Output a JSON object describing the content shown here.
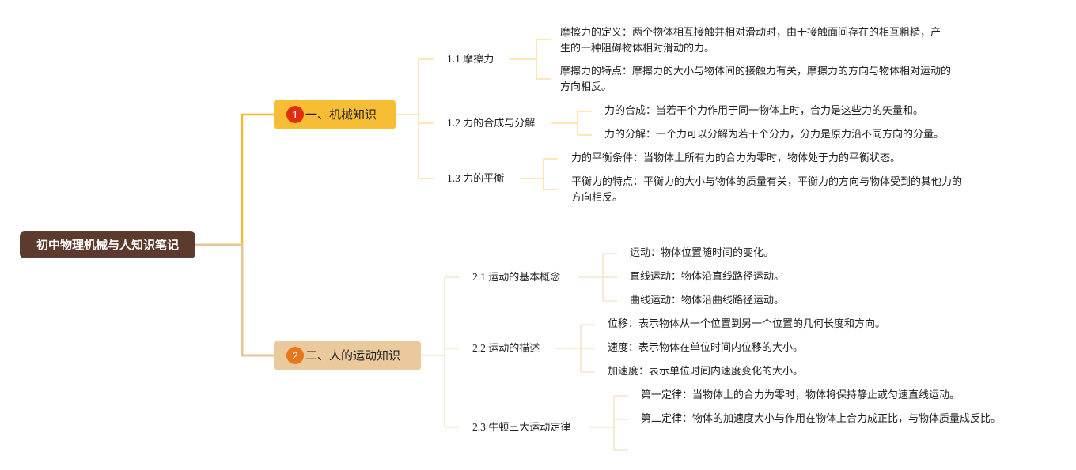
{
  "root": {
    "label": "初中物理机械与人知识笔记"
  },
  "sections": [
    {
      "num": "1",
      "label": "一、机械知识",
      "subs": [
        {
          "code": "1.1",
          "label": "摩擦力",
          "leaves": [
            "摩擦力的定义：两个物体相互接触并相对滑动时，由于接触面间存在的相互粗糙，产生的一种阻碍物体相对滑动的力。",
            "摩擦力的特点：摩擦力的大小与物体间的接触力有关，摩擦力的方向与物体相对运动的方向相反。"
          ]
        },
        {
          "code": "1.2",
          "label": "力的合成与分解",
          "leaves": [
            "力的合成：当若干个力作用于同一物体上时，合力是这些力的矢量和。",
            "力的分解：一个力可以分解为若干个分力，分力是原力沿不同方向的分量。"
          ]
        },
        {
          "code": "1.3",
          "label": "力的平衡",
          "leaves": [
            "力的平衡条件：当物体上所有力的合力为零时，物体处于力的平衡状态。",
            "平衡力的特点：平衡力的大小与物体的质量有关，平衡力的方向与物体受到的其他力的方向相反。"
          ]
        }
      ]
    },
    {
      "num": "2",
      "label": "二、人的运动知识",
      "subs": [
        {
          "code": "2.1",
          "label": "运动的基本概念",
          "leaves": [
            "运动：物体位置随时间的变化。",
            "直线运动：物体沿直线路径运动。",
            "曲线运动：物体沿曲线路径运动。"
          ]
        },
        {
          "code": "2.2",
          "label": "运动的描述",
          "leaves": [
            "位移：表示物体从一个位置到另一个位置的几何长度和方向。",
            "速度：表示物体在单位时间内位移的大小。",
            "加速度：表示单位时间内速度变化的大小。"
          ]
        },
        {
          "code": "2.3",
          "label": "牛顿三大运动定律",
          "leaves": [
            "第一定律：当物体上的合力为零时，物体将保持静止或匀速直线运动。",
            "第二定律：物体的加速度大小与作用在物体上合力成正比，与物体质量成反比。",
            ""
          ]
        }
      ]
    }
  ],
  "colors": {
    "root_bg": "#5c3a2e",
    "sec1_bg": "#f7bd35",
    "sec1_badge": "#e12e10",
    "sec1_line": "#f5b82e",
    "sec1_subline": "#f9d98a",
    "sec2_bg": "#eac99c",
    "sec2_badge": "#e8761b",
    "sec2_line": "#e6c594",
    "sec2_subline": "#f2dfc0"
  }
}
